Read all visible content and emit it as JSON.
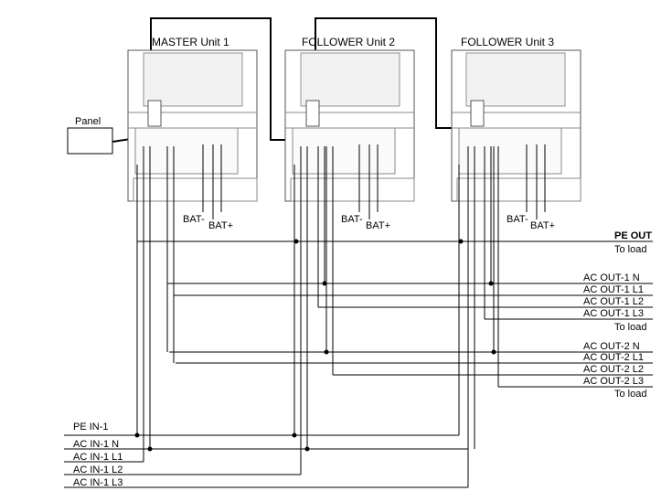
{
  "units": [
    {
      "title": "MASTER   Unit 1"
    },
    {
      "title": "FOLLOWER   Unit 2"
    },
    {
      "title": "FOLLOWER   Unit 3"
    }
  ],
  "panel_label": "Panel",
  "battery_labels": {
    "negative": "BAT-",
    "positive": "BAT+"
  },
  "pe_out": {
    "label": "PE OUT",
    "to_load": "To load"
  },
  "ac_out_1": {
    "lines": [
      "AC OUT-1   N",
      "AC OUT-1   L1",
      "AC OUT-1   L2",
      "AC OUT-1   L3"
    ],
    "to_load": "To load"
  },
  "ac_out_2": {
    "lines": [
      "AC OUT-2   N",
      "AC OUT-2   L1",
      "AC OUT-2   L2",
      "AC OUT-2   L3"
    ],
    "to_load": "To load"
  },
  "pe_in": {
    "label": "PE IN-1"
  },
  "ac_in_1": {
    "lines": [
      "AC IN-1    N",
      "AC IN-1    L1",
      "AC IN-1    L2",
      "AC IN-1    L3"
    ]
  }
}
